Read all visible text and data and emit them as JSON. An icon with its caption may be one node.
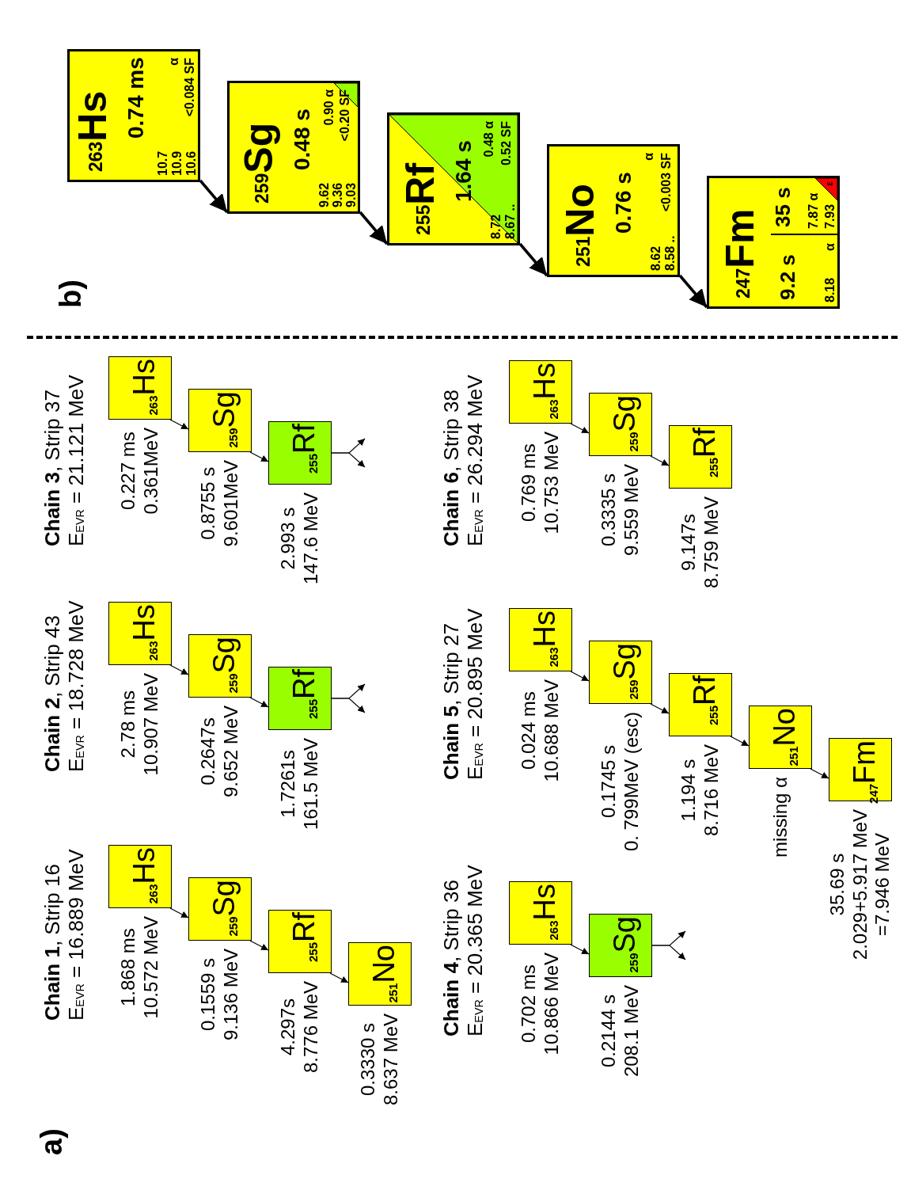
{
  "diagram": {
    "nodes": [
      {
        "text": [
          "$^{263}$Hs"
        ],
        "beside": [
          "1.868 ms",
          "10.572 MeV"
        ]
      },
      {
        "text": [
          "$^{259}$Sg"
        ],
        "beside": [
          "0.1559 s",
          "9.136 MeV"
        ]
      },
      {
        "text": [
          "$^{255}$Rf"
        ],
        "beside": [
          "4.297s",
          "8.776 MeV"
        ]
      },
      {
        "text": [
          "$^{251}$No"
        ],
        "beside": [
          "0.3330 s",
          "8.637 MeV"
        ]
      },
      {
        "text": [
          "$^{263}$Hs"
        ],
        "beside": [
          "2.78 ms",
          "10.907 MeV"
        ]
      },
      {
        "text": [
          "$^{259}$Sg"
        ],
        "beside": [
          "0.2647s",
          "9.652 MeV"
        ]
      },
      {
        "text": [
          "$^{255}$Rf"
        ],
        "beside": [
          "1.7261s",
          "161.5 MeV"
        ]
      },
      {
        "text": [
          "$^{263}$Hs"
        ],
        "beside": [
          "0.227 ms",
          "0.361MeV"
        ]
      },
      {
        "text": [
          "$^{259}$Sg"
        ],
        "beside": [
          "0.8755 s",
          "9.601MeV"
        ]
      },
      {
        "text": [
          "$^{255}$Rf"
        ],
        "beside": [
          "2.993 s",
          "147.6 MeV"
        ]
      },
      {
        "text": [
          "$^{263}$Hs"
        ],
        "beside": [
          "0.702 ms",
          "10.866 MeV"
        ]
      },
      {
        "text": [
          "$^{259}$Sg"
        ],
        "beside": [
          "0.2144 s",
          "208.1 MeV"
        ]
      },
      {
        "text": [
          "$^{263}$Hs"
        ],
        "beside": [
          "0.024 ms",
          "10.688 MeV"
        ]
      },
      {
        "text": [
          "$^{259}$Sg"
        ],
        "beside": [
          "0.1745 s",
          "0. 799MeV (esc)"
        ]
      },
      {
        "text": [
          "$^{255}$Rf"
        ],
        "beside": [
          "1.194 s",
          "8.716 MeV"
        ]
      },
      {
        "text": [
          "$^{251}$No"
        ],
        "beside": [
          "missing α"
        ]
      },
      {
        "text": [
          "$^{247}$Fm"
        ],
        "beside": [
          "35.69 s",
          "2.029+5.917 MeV",
          "=7.946 MeV"
        ]
      },
      {
        "text": [
          "$^{263}$Hs"
        ],
        "beside": [
          "0.769  ms",
          "10.753 MeV"
        ]
      },
      {
        "text": [
          "$^{259}$Sg"
        ],
        "beside": [
          "0.3335 s",
          "9.559 MeV"
        ]
      },
      {
        "text": [
          "$^{255}$Rf"
        ],
        "beside": [
          "9.147s",
          "8.759 MeV"
        ]
      },
      {
        "text": [
          "$^{263}$Hs",
          "0.74 ms",
          "10.7",
          "10.9",
          "10.6",
          "α",
          "<0.084 SF"
        ]
      },
      {
        "text": [
          "$^{259}$Sg",
          "0.48 s",
          "9.62",
          "9.36",
          "9.03",
          "0.90 α",
          "<0.20 SF"
        ]
      },
      {
        "text": [
          "$^{255}$Rf",
          "1.64 s",
          "8.72",
          "8.67 ..",
          "0.48 α",
          "0.52 SF"
        ]
      },
      {
        "text": [
          "$^{251}$No",
          "0.76 s",
          "8.62",
          "8.58 ..",
          "α",
          "<0.003 SF"
        ]
      },
      {
        "text": [
          "$^{247}$Fm",
          "9.2 s",
          "35 s",
          "8.18",
          "α",
          "7.87 α",
          "7.93",
          "ε"
        ]
      }
    ],
    "edges": [
      {
        "from": 0,
        "to": 1,
        "arrow": "to"
      },
      {
        "from": 1,
        "to": 2,
        "arrow": "to"
      },
      {
        "from": 2,
        "to": 3,
        "arrow": "to"
      },
      {
        "from": 4,
        "to": 5,
        "arrow": "to"
      },
      {
        "from": 5,
        "to": 6,
        "arrow": "to"
      },
      {
        "from": 6,
        "to": null,
        "arrow": "to"
      },
      {
        "from": 6,
        "to": null,
        "arrow": "to"
      },
      {
        "from": 7,
        "to": 8,
        "arrow": "to"
      },
      {
        "from": 8,
        "to": 9,
        "arrow": "to"
      },
      {
        "from": 9,
        "to": null,
        "arrow": "to"
      },
      {
        "from": 9,
        "to": null,
        "arrow": "to"
      },
      {
        "from": 10,
        "to": 11,
        "arrow": "to"
      },
      {
        "from": 11,
        "to": null,
        "arrow": "to"
      },
      {
        "from": 11,
        "to": null,
        "arrow": "to"
      },
      {
        "from": 12,
        "to": 13,
        "arrow": "to"
      },
      {
        "from": 13,
        "to": 14,
        "arrow": "to"
      },
      {
        "from": 14,
        "to": 15,
        "arrow": "to"
      },
      {
        "from": 15,
        "to": 16,
        "arrow": "to"
      },
      {
        "from": 17,
        "to": 18,
        "arrow": "to"
      },
      {
        "from": 18,
        "to": 19,
        "arrow": "to"
      },
      {
        "from": 20,
        "to": 21,
        "arrow": "to",
        "style": "thick"
      },
      {
        "from": 21,
        "to": 22,
        "arrow": "to",
        "style": "thick"
      },
      {
        "from": 22,
        "to": 23,
        "arrow": "to",
        "style": "thick"
      },
      {
        "from": 23,
        "to": 24,
        "arrow": "to",
        "style": "thick"
      }
    ],
    "labels": [
      "a)",
      "b)",
      "**Chain 1**, Strip 16",
      "E$_{EVR}$ = 16.889 MeV",
      "**Chain 2**, Strip 43",
      "E$_{EVR}$ = 18.728 MeV",
      "**Chain 3**, Strip 37",
      "E$_{EVR}$ = 21.121 MeV",
      "**Chain 4**, Strip 36",
      "E$_{EVR}$ = 20.365 MeV",
      "**Chain 5**, Strip 27",
      "E$_{EVR}$ = 20.895 MeV",
      "**Chain 6**, Strip 38",
      "E$_{EVR}$ = 26.294 MeV"
    ]
  }
}
